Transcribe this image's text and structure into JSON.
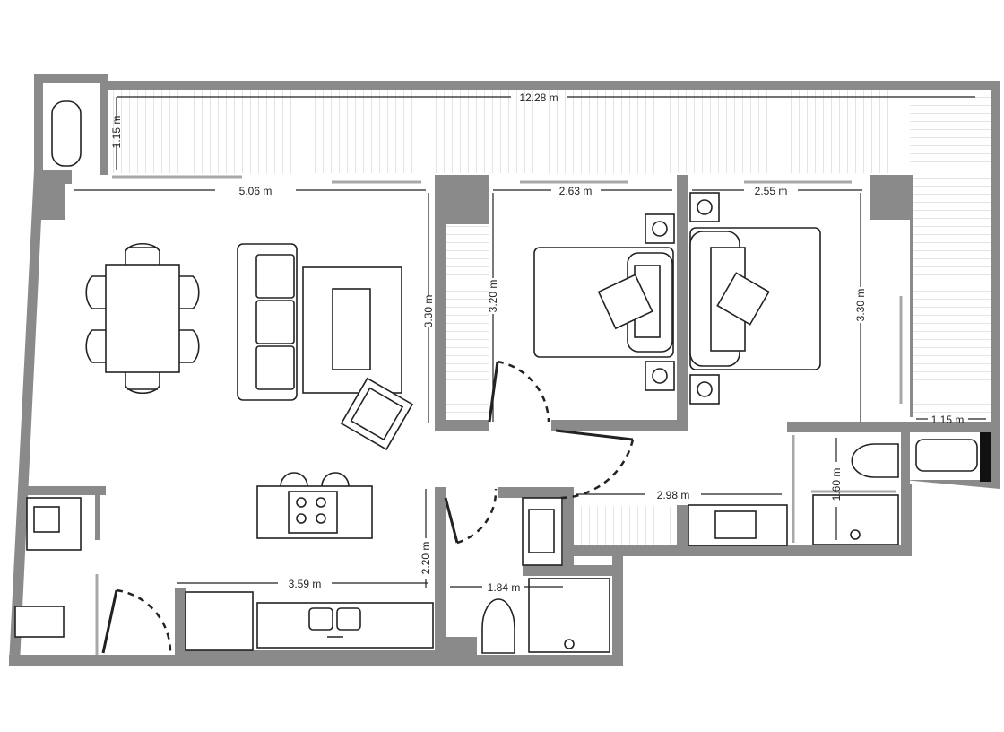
{
  "plan": {
    "wall_color": "#8a8a8a",
    "dimensions": {
      "balcony_length": "12.28 m",
      "balcony_depth": "1.15 m",
      "living_width": "5.06 m",
      "living_depth": "3.30 m",
      "bedroom1_width": "2.63 m",
      "bedroom1_depth": "3.20 m",
      "bedroom2_width": "2.55 m",
      "bedroom2_depth": "3.30 m",
      "side_balcony_width": "1.15 m",
      "ensuite_depth": "1.60 m",
      "bath_corridor_width": "2.98 m",
      "kitchen_width": "3.59 m",
      "kitchen_depth": "2.20 m",
      "bathroom_width": "1.84 m"
    }
  }
}
